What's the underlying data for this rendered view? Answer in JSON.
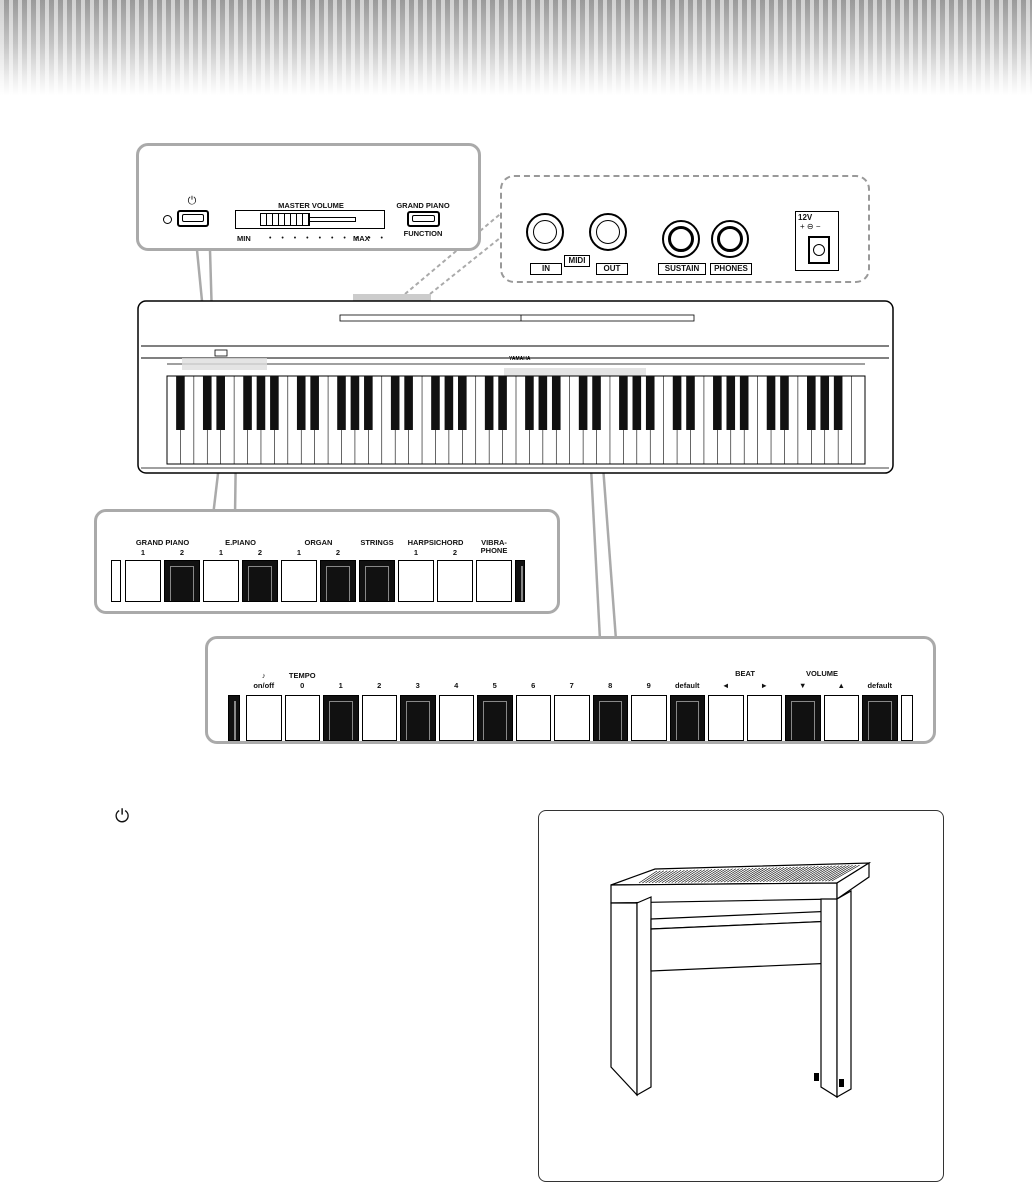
{
  "top_panel": {
    "power_symbol": "⏻",
    "master_volume": "MASTER VOLUME",
    "min": "MIN",
    "max": "MAX",
    "grand_piano_button": "GRAND PIANO",
    "function_label": "FUNCTION"
  },
  "rear_panel": {
    "midi_in": "IN",
    "midi": "MIDI",
    "midi_out": "OUT",
    "sustain": "SUSTAIN",
    "phones": "PHONES",
    "power_rating": "12V"
  },
  "voice_panel": {
    "groups": [
      {
        "name": "GRAND PIANO",
        "sub": [
          "1",
          "2"
        ]
      },
      {
        "name": "E.PIANO",
        "sub": [
          "1",
          "2"
        ]
      },
      {
        "name": "ORGAN",
        "sub": [
          "1",
          "2"
        ]
      },
      {
        "name": "STRINGS",
        "sub": []
      },
      {
        "name": "HARPSICHORD",
        "sub": [
          "1",
          "2"
        ]
      },
      {
        "name": "VIBRA-\nPHONE",
        "sub": []
      }
    ]
  },
  "tempo_panel": {
    "metronome_on_off": "on/off",
    "tempo": "TEMPO",
    "digits": [
      "0",
      "1",
      "2",
      "3",
      "4",
      "5",
      "6",
      "7",
      "8",
      "9"
    ],
    "default1": "default",
    "beat": "BEAT",
    "beat_left": "◄",
    "beat_right": "►",
    "volume": "VOLUME",
    "volume_down": "▼",
    "volume_up": "▲",
    "default2": "default"
  },
  "caption": {
    "power_icon": "⏻"
  },
  "icons": {
    "power": "power-icon",
    "metronome": "metronome-icon"
  }
}
